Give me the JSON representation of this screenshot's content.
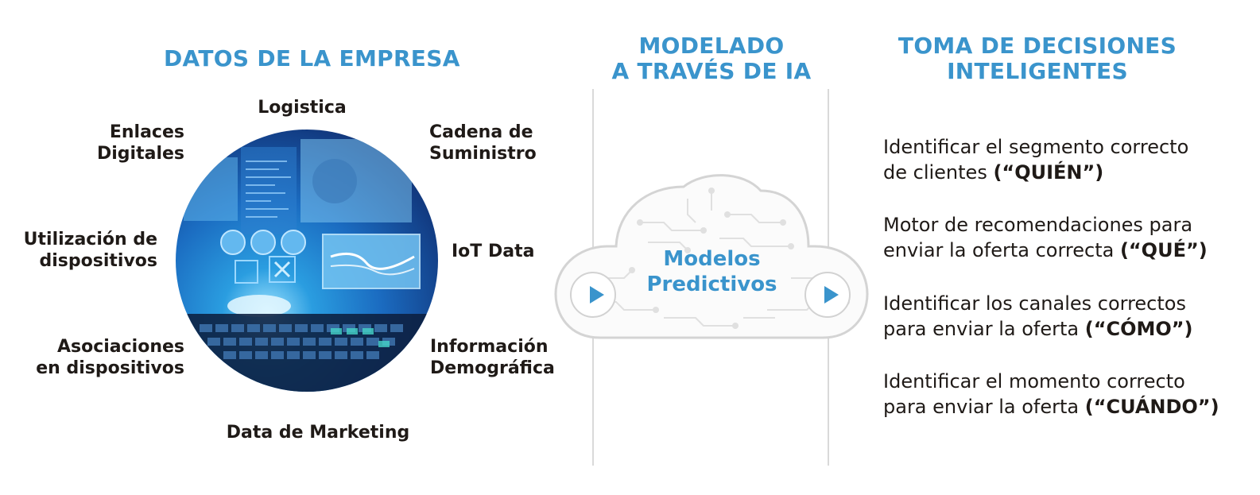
{
  "headings": {
    "data": "DATOS DE LA EMPRESA",
    "modeling": [
      "MODELADO",
      "A TRAVÉS DE IA"
    ],
    "decisions": [
      "TOMA DE DECISIONES",
      "INTELIGENTES"
    ]
  },
  "sources": {
    "logistics": [
      "Logistica"
    ],
    "digital_links": [
      "Enlaces",
      "Digitales"
    ],
    "supply_chain": [
      "Cadena de",
      "Suministro"
    ],
    "device_usage": [
      "Utilización de",
      "dispositivos"
    ],
    "iot": [
      "IoT Data"
    ],
    "device_associations": [
      "Asociaciones",
      "en dispositivos"
    ],
    "demographics": [
      "Información",
      "Demográfica"
    ],
    "marketing": [
      "Data de Marketing"
    ]
  },
  "cloud": {
    "label": [
      "Modelos",
      "Predictivos"
    ]
  },
  "decisions": [
    {
      "line1": "Identificar el segmento correcto",
      "line2": "de clientes ",
      "emph": "(“QUIÉN”)"
    },
    {
      "line1": "Motor de recomendaciones para",
      "line2": "enviar la oferta correcta ",
      "emph": "(“QUÉ”)"
    },
    {
      "line1": "Identificar los canales correctos",
      "line2": "para enviar la oferta ",
      "emph": "(“CÓMO”)"
    },
    {
      "line1": "Identificar el momento correcto",
      "line2": "para enviar la oferta ",
      "emph": "(“CUÁNDO”)"
    }
  ],
  "colors": {
    "accent": "#3a94cc",
    "text": "#1f1a17",
    "divider": "#d9d9d9"
  },
  "icons": {
    "flow_arrow": "play-icon",
    "cloud": "cloud-circuit-icon"
  }
}
